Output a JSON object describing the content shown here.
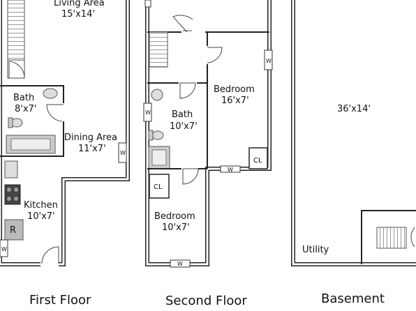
{
  "floors": {
    "first": {
      "title": "First Floor",
      "rooms": {
        "living": {
          "name": "Living Area",
          "size": "15'x14'"
        },
        "bath": {
          "name": "Bath",
          "size": "8'x7'"
        },
        "dining": {
          "name": "Dining Area",
          "size": "11'x7'"
        },
        "kitchen": {
          "name": "Kitchen",
          "size": "10'x7'"
        }
      },
      "fixtures": {
        "refrigerator": "R",
        "window_dining": "W",
        "window_kitchen": "W"
      }
    },
    "second": {
      "title": "Second Floor",
      "rooms": {
        "bedroom_upper": {
          "name": "Bedroom",
          "size": "16'x7'"
        },
        "bath": {
          "name": "Bath",
          "size": "10'x7'"
        },
        "bedroom_lower": {
          "name": "Bedroom",
          "size": "10'x7'"
        }
      },
      "fixtures": {
        "closet_left": "CL",
        "closet_right": "CL",
        "window_right": "W",
        "window_left": "W",
        "window_mid": "W",
        "window_bottom": "W"
      }
    },
    "basement": {
      "title": "Basement",
      "rooms": {
        "main": {
          "size": "36'x14'"
        },
        "utility": {
          "name": "Utility"
        }
      }
    }
  }
}
